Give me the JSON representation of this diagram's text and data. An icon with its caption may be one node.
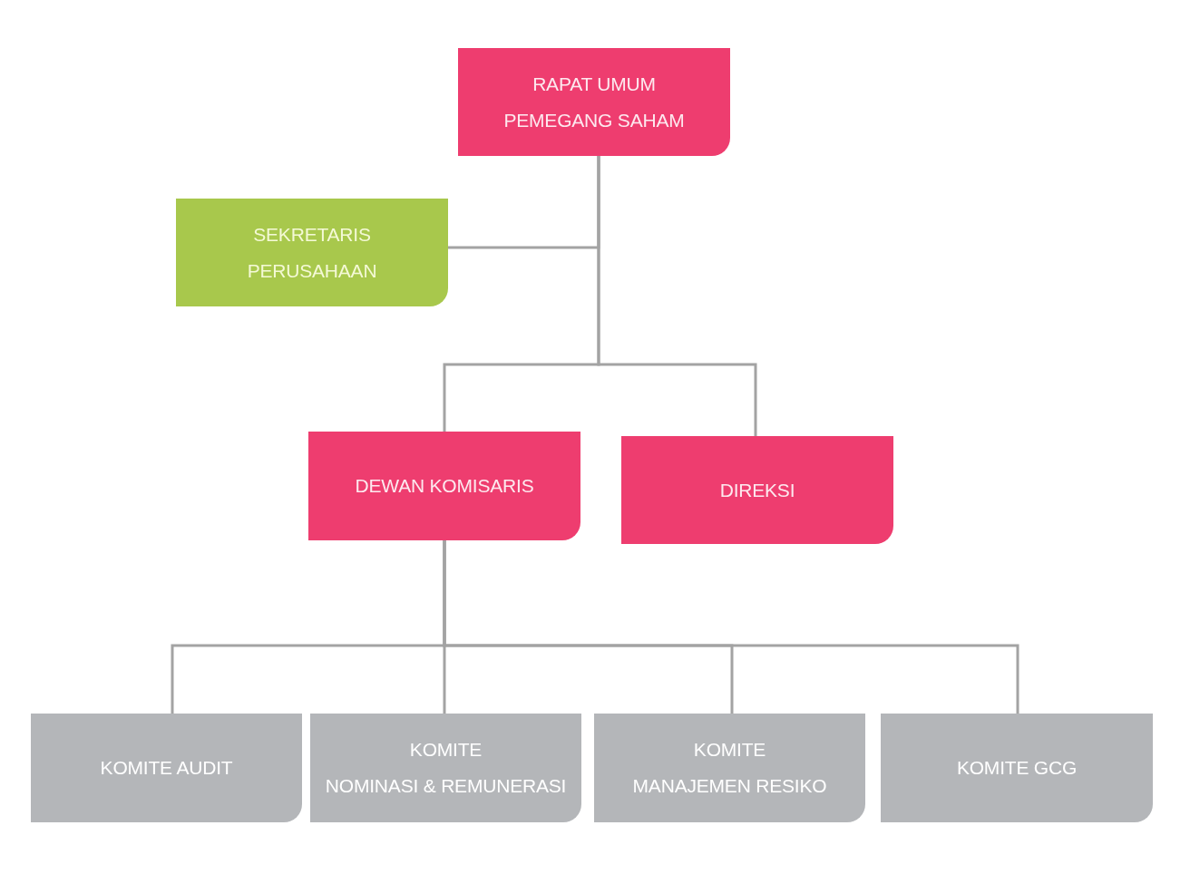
{
  "diagram": {
    "nodes": [
      {
        "text": [
          "RAPAT UMUM PEMEGANG SAHAM"
        ]
      },
      {
        "text": [
          "SEKRETARIS PERUSAHAAN"
        ]
      },
      {
        "text": [
          "DEWAN KOMISARIS"
        ]
      },
      {
        "text": [
          "DIREKSI"
        ]
      },
      {
        "text": [
          "KOMITE AUDIT"
        ]
      },
      {
        "text": [
          "KOMITE NOMINASI & REMUNERASI"
        ]
      },
      {
        "text": [
          "KOMITE MANAJEMEN RESIKO"
        ]
      },
      {
        "text": [
          "KOMITE GCG"
        ]
      }
    ],
    "edges": [
      {
        "from": 0,
        "to": 1,
        "arrow": "none"
      },
      {
        "from": 0,
        "to": 2,
        "arrow": "none"
      },
      {
        "from": 0,
        "to": 3,
        "arrow": "none"
      },
      {
        "from": 2,
        "to": 4,
        "arrow": "none"
      },
      {
        "from": 2,
        "to": 5,
        "arrow": "none"
      },
      {
        "from": 2,
        "to": 6,
        "arrow": "none"
      },
      {
        "from": 2,
        "to": 7,
        "arrow": "none"
      }
    ]
  }
}
